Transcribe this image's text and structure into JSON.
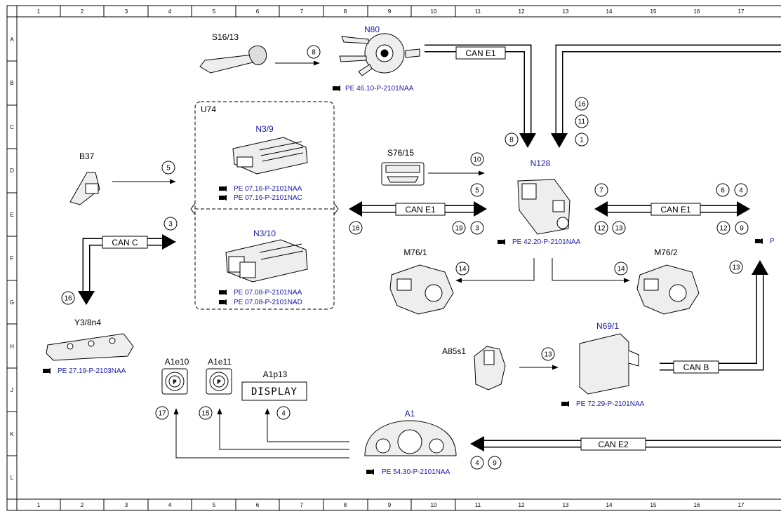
{
  "grid": {
    "columns": [
      "1",
      "2",
      "3",
      "4",
      "5",
      "6",
      "7",
      "8",
      "9",
      "10",
      "11",
      "12",
      "13",
      "14",
      "15",
      "16",
      "17"
    ],
    "rows": [
      "A",
      "B",
      "C",
      "D",
      "E",
      "F",
      "G",
      "H",
      "J",
      "K",
      "L"
    ]
  },
  "components": {
    "s16_13": "S16/13",
    "n80": "N80",
    "u74": "U74",
    "n3_9": "N3/9",
    "n3_10": "N3/10",
    "b37": "B37",
    "s76_15": "S76/15",
    "n128": "N128",
    "m76_1": "M76/1",
    "m76_2": "M76/2",
    "y3_8n4": "Y3/8n4",
    "n69_1": "N69/1",
    "a85s1": "A85s1",
    "a1e10": "A1e10",
    "a1e11": "A1e11",
    "a1p13": "A1p13",
    "a1": "A1"
  },
  "refs": {
    "n80": "PE 46.10-P-2101NAA",
    "n3_9_a": "PE 07.16-P-2101NAA",
    "n3_9_b": "PE 07.16-P-2101NAC",
    "n3_10_a": "PE 07.08-P-2101NAA",
    "n3_10_b": "PE 07.08-P-2101NAD",
    "n128": "PE 42.20-P-2101NAA",
    "y3": "PE 27.19-P-2103NAA",
    "n69": "PE 72.29-P-2101NAA",
    "a1": "PE 54.30-P-2101NAA",
    "right_cut": "P"
  },
  "buses": {
    "can_e1_top": "CAN E1",
    "can_e1_left": "CAN E1",
    "can_e1_right": "CAN E1",
    "can_c": "CAN C",
    "can_b": "CAN B",
    "can_e2": "CAN E2"
  },
  "display_text": "DISPLAY",
  "numbers": {
    "n8a": "8",
    "n8b": "8",
    "n16top": "16",
    "n11": "11",
    "n1": "1",
    "n5a": "5",
    "n10": "10",
    "n5b": "5",
    "n3a": "3",
    "n16left": "16",
    "n19": "19",
    "n3b": "3",
    "n7": "7",
    "n12a": "12",
    "n13a": "13",
    "n6": "6",
    "n4a": "4",
    "n12b": "12",
    "n9a": "9",
    "n13b": "13",
    "n14a": "14",
    "n14b": "14",
    "n16y": "16",
    "n13c": "13",
    "n17": "17",
    "n15": "15",
    "n4b": "4",
    "n4c": "4",
    "n9b": "9"
  }
}
